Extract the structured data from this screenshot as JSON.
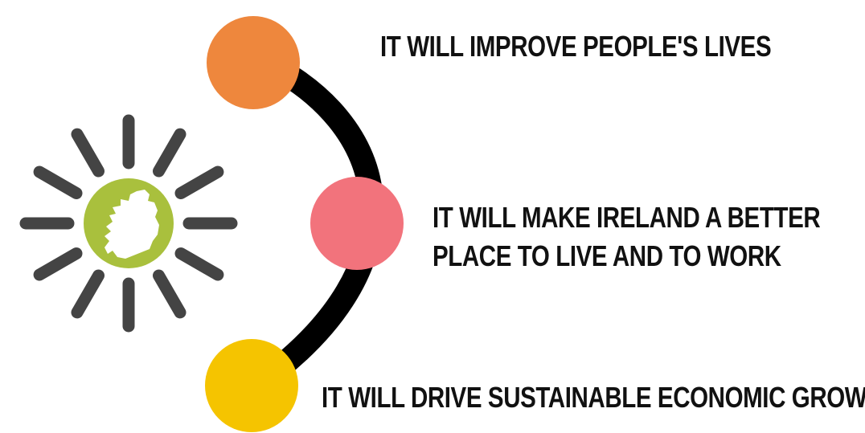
{
  "statements": [
    {
      "text": "IT WILL IMPROVE PEOPLE'S LIVES",
      "color": "#EE873D"
    },
    {
      "lines": [
        "IT WILL MAKE IRELAND A BETTER",
        "PLACE TO LIVE AND TO WORK"
      ],
      "color": "#F2737C"
    },
    {
      "text": "IT WILL DRIVE SUSTAINABLE ECONOMIC GROWTH.",
      "color": "#F5C400"
    }
  ],
  "colors": {
    "connector": "#000000",
    "sun_rays": "#444444",
    "sun_core": "#A9C03D",
    "map": "#FFFFFF",
    "text": "#111111"
  },
  "icons": [
    "sun-icon",
    "ireland-map-icon"
  ]
}
